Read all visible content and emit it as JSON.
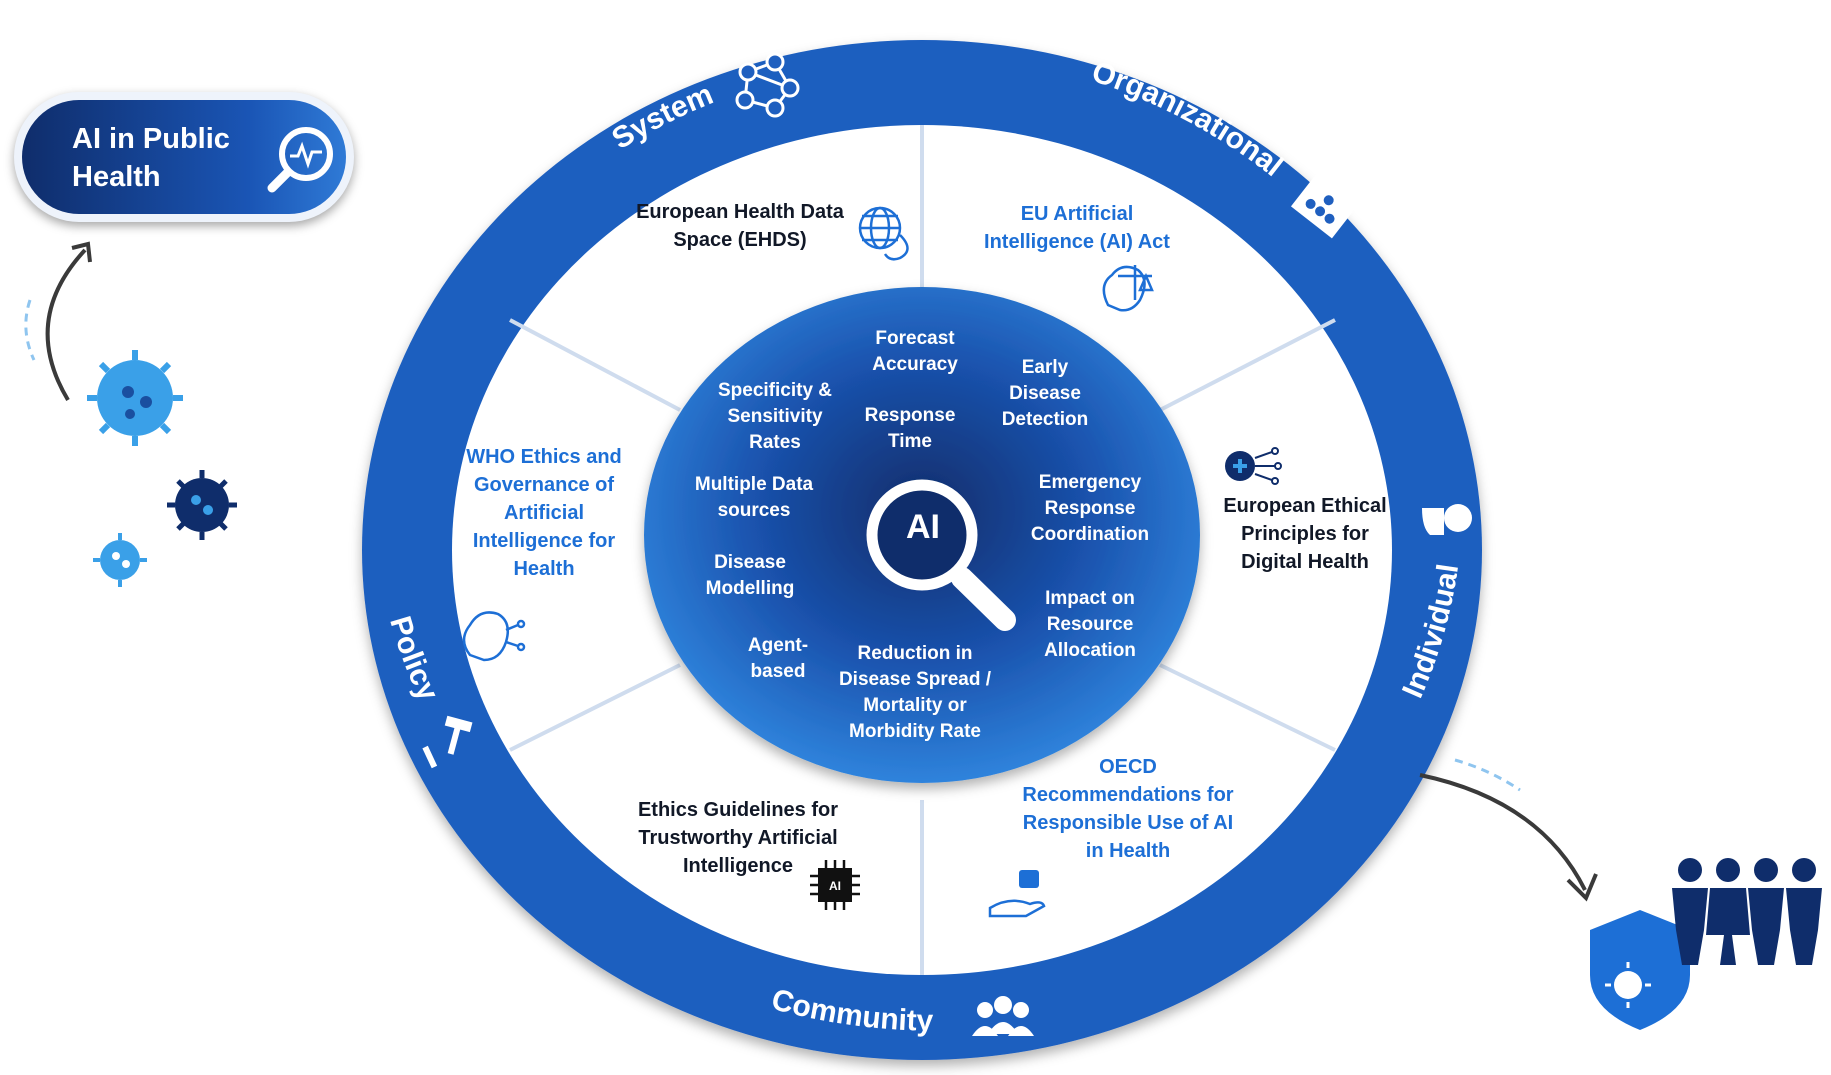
{
  "badge": {
    "title": "AI in Public Health"
  },
  "ring_labels": {
    "system": "System",
    "organizational": "Organizational",
    "individual": "Individual",
    "community": "Community",
    "policy": "Policy"
  },
  "segments": {
    "ehds": "European Health Data Space (EHDS)",
    "eu_ai_act": "EU Artificial Intelligence (AI) Act",
    "european_ethical": "European Ethical Principles for Digital Health",
    "oecd": "OECD Recommendations for Responsible Use of AI in Health",
    "ethics_guidelines": "Ethics Guidelines for Trustworthy Artificial Intelligence",
    "who": "WHO Ethics and Governance of Artificial Intelligence for Health"
  },
  "core": {
    "ai": "AI",
    "forecast_accuracy": "Forecast Accuracy",
    "early_detection": "Early Disease Detection",
    "specificity": "Specificity & Sensitivity Rates",
    "response_time": "Response Time",
    "multiple_data": "Multiple Data sources",
    "emergency": "Emergency Response Coordination",
    "disease_modelling": "Disease Modelling",
    "impact_resource": "Impact on Resource Allocation",
    "agent_based": "Agent-based",
    "reduction": "Reduction in Disease Spread / Mortality or Morbidity Rate"
  },
  "colors": {
    "ring": "#1f5fbf",
    "core_dark": "#0f2d6b",
    "core_light": "#2a7bd8",
    "accent_blue": "#1d6fd6",
    "virus_light": "#3aa0e8",
    "virus_dark": "#0f2d6b"
  },
  "icons": [
    "network-icon",
    "org-chart-icon",
    "person-icon",
    "people-icon",
    "gavel-icon",
    "globe-stethoscope-icon",
    "brain-scales-icon",
    "medical-circuit-icon",
    "ai-hand-icon",
    "ai-chip-icon",
    "brain-circuit-icon",
    "magnifier-icon",
    "virus-icon",
    "shield-virus-icon",
    "family-icon"
  ]
}
